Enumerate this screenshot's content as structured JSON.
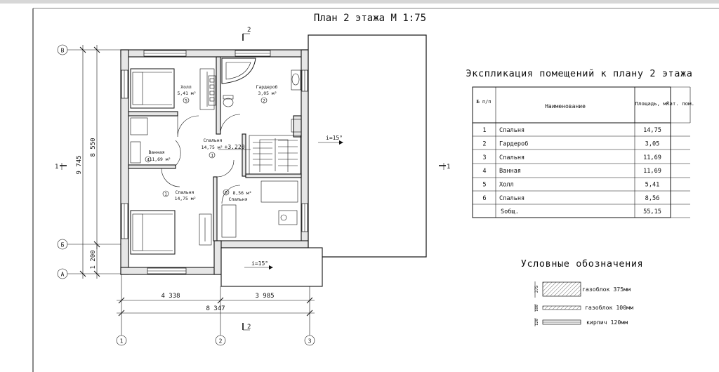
{
  "plan": {
    "title": "План 2 этажа М 1:75",
    "section_mark": "2",
    "section_mark_side": "1",
    "axes_rows": [
      "В",
      "Б",
      "А"
    ],
    "axes_cols": [
      "1",
      "2",
      "3"
    ],
    "dims_vertical": {
      "total": "9 745",
      "upper": "8 550",
      "lower": "1 200"
    },
    "dims_horizontal": {
      "left": "4 338",
      "right": "3 985",
      "total": "8 347"
    },
    "level": "+3.220",
    "roof_slope": "i=15°",
    "rooms": [
      {
        "name": "Спальня",
        "area": "11,69 м²",
        "num": "3"
      },
      {
        "name": "Ванная",
        "area": "11,69 м²",
        "num": "4"
      },
      {
        "name": "Холл",
        "area": "5,41 м²",
        "num": "5"
      },
      {
        "name": "Гардероб",
        "area": "3,05 м²",
        "num": "2"
      },
      {
        "name": "Спальня",
        "area": "14,75 м²",
        "num": "1"
      },
      {
        "name": "Спальня",
        "area": "8,56 м²",
        "num": "6"
      }
    ]
  },
  "explication": {
    "title": "Экспликация помещений к плану 2 этажа",
    "headers": {
      "num": "№ п/п",
      "name": "Наименование",
      "area": "Площадь, м²",
      "cat": "Кат. пом."
    },
    "rows": [
      {
        "num": "1",
        "name": "Спальня",
        "area": "14,75"
      },
      {
        "num": "2",
        "name": "Гардероб",
        "area": "3,05"
      },
      {
        "num": "3",
        "name": "Спальня",
        "area": "11,69"
      },
      {
        "num": "4",
        "name": "Ванная",
        "area": "11,69"
      },
      {
        "num": "5",
        "name": "Холл",
        "area": "5,41"
      },
      {
        "num": "6",
        "name": "Спальня",
        "area": "8,56"
      }
    ],
    "total": {
      "label": "Sобщ.",
      "area": "55,15"
    }
  },
  "legend": {
    "title": "Условные обозначения",
    "items": [
      {
        "dim": "375",
        "label": "газоблок 375мм"
      },
      {
        "dim": "100",
        "label": "газоблок 100мм"
      },
      {
        "dim": "120",
        "label": "кирпич 120мм"
      }
    ]
  }
}
